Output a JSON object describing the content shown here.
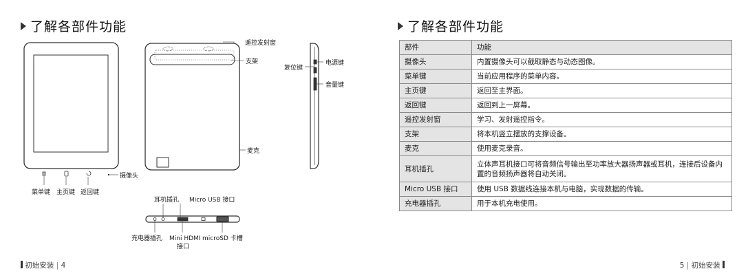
{
  "left": {
    "title": "了解各部件功能",
    "labels": {
      "remote_window": "遥控发射窗",
      "stand": "支架",
      "reset_key": "复位键",
      "power_key": "电源键",
      "volume_key": "音量键",
      "microphone": "麦克",
      "camera": "摄像头",
      "menu_key": "菜单键",
      "home_key": "主页键",
      "back_key": "返回键",
      "headphone_jack": "耳机插孔",
      "micro_usb_port": "Micro USB 接口",
      "charger_jack": "充电器插孔",
      "mini_hdmi_line1": "Mini HDMI",
      "mini_hdmi_line2": "接口",
      "microsd_slot": "microSD 卡槽"
    },
    "footer": {
      "section": "初始安装",
      "page": "4"
    }
  },
  "right": {
    "title": "了解各部件功能",
    "table": {
      "headers": [
        "部件",
        "功能"
      ],
      "rows": [
        [
          "摄像头",
          "内置摄像头可以截取静态与动态图像。"
        ],
        [
          "菜单键",
          "当前应用程序的菜单内容。"
        ],
        [
          "主页键",
          "返回至主界面。"
        ],
        [
          "返回键",
          "返回到上一屏幕。"
        ],
        [
          "遥控发射窗",
          "学习、发射遥控指令。"
        ],
        [
          "支架",
          "将本机竖立摆放的支撑设备。"
        ],
        [
          "麦克",
          "使用麦克录音。"
        ],
        [
          "耳机插孔",
          "立体声耳机接口可将音频信号输出至功率放大器扬声器或耳机，连接后设备内置的音频扬声器将自动关闭。"
        ],
        [
          "Micro USB 接口",
          "使用 USB 数据线连接本机与电脑，实现数据的传输。"
        ],
        [
          "充电器插孔",
          "用于本机充电使用。"
        ]
      ]
    },
    "footer": {
      "page": "5",
      "section": "初始安装"
    }
  }
}
